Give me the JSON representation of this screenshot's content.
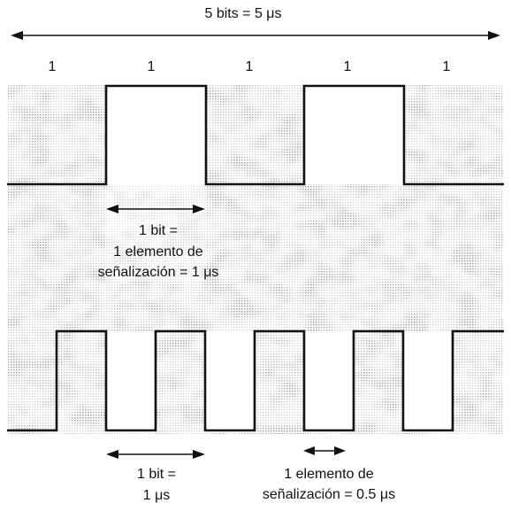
{
  "title": "5 bits = 5 μs",
  "bit_values": [
    "1",
    "1",
    "1",
    "1",
    "1"
  ],
  "top_annotation": {
    "line1": "1 bit =",
    "line2": "1 elemento de",
    "line3": "señalización = 1 μs"
  },
  "bottom_annotation_left": {
    "line1": "1 bit =",
    "line2": "1 μs"
  },
  "bottom_annotation_right": {
    "line1": "1 elemento de",
    "line2": "señalización = 0.5 μs"
  },
  "colors": {
    "ink": "#111111",
    "shade_dark": "#9a9a9a",
    "shade_light": "#cfcfcf"
  }
}
